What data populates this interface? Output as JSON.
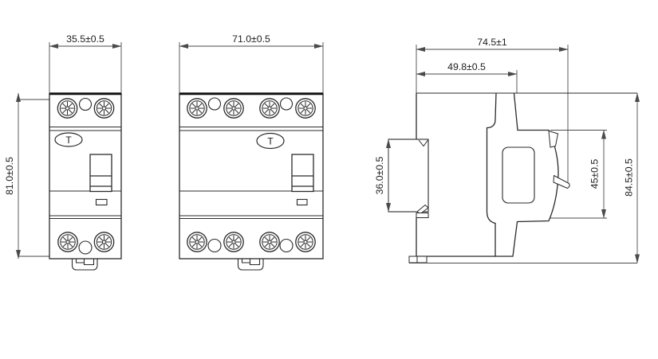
{
  "colors": {
    "outline": "#2b2b2b",
    "dimension_line": "#4a4a4a",
    "text": "#1d1d1d",
    "background": "#ffffff"
  },
  "views": {
    "front_2pole": {
      "width": "35.5±0.5",
      "height": "81.0±0.5",
      "test_button": "T"
    },
    "front_4pole": {
      "width": "71.0±0.5",
      "test_button": "T"
    },
    "side": {
      "total_depth": "74.5±1",
      "upper_depth": "49.8±0.5",
      "din_rail_height": "36.0±0.5",
      "front_section_height": "45±0.5",
      "total_height": "84.5±0.5"
    }
  }
}
